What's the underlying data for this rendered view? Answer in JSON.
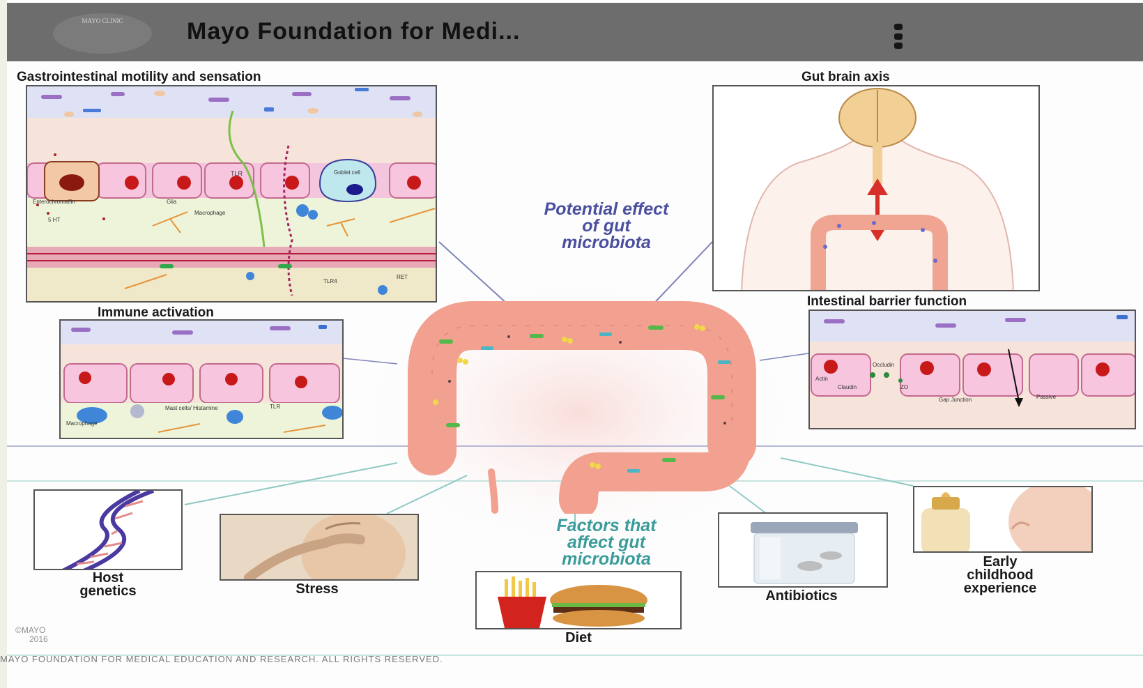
{
  "header": {
    "logo_text": "MAYO CLINIC",
    "title": "Mayo Foundation for Medi..."
  },
  "diagram": {
    "panel_titles": {
      "gi_motility": "Gastrointestinal motility and sensation",
      "gut_brain": "Gut brain axis",
      "immune": "Immune activation",
      "barrier": "Intestinal barrier function"
    },
    "center_title": "Potential effect of gut microbiota",
    "center_title_lines": [
      "Potential effect",
      "of gut",
      "microbiota"
    ],
    "factors_title_lines": [
      "Factors that",
      "affect gut",
      "microbiota"
    ],
    "gi_labels": {
      "tlr": "TLR",
      "goblet": "Goblet cell",
      "enteroch": "Enterochromaffin",
      "glia": "Glia",
      "macrophage": "Macrophage",
      "five_ht": "5 HT",
      "tlr4": "TLR4",
      "ret": "RET"
    },
    "immune_labels": {
      "mast": "Mast cells/ Histamine",
      "tlr": "TLR",
      "macrophage": "Macrophage"
    },
    "barrier_labels": {
      "occludin": "Occludin",
      "actin": "Actin",
      "claudin": "Claudin",
      "zo": "ZO",
      "gap": "Gap Junction",
      "passive": "Passive"
    },
    "factors": {
      "host": [
        "Host",
        "genetics"
      ],
      "stress": "Stress",
      "diet": "Diet",
      "antibiotics": "Antibiotics",
      "early": [
        "Early",
        "childhood",
        "experience"
      ]
    },
    "colors": {
      "potential_title": "#4a4fa0",
      "factors_title": "#3a9c9a",
      "connector_top": "#7f83b8",
      "connector_bottom": "#8fc9c4",
      "colon": "#f2a08f"
    }
  },
  "copyright": [
    "©MAYO",
    "2016"
  ],
  "footer": "MAYO FOUNDATION FOR MEDICAL EDUCATION AND RESEARCH. ALL RIGHTS RESERVED."
}
